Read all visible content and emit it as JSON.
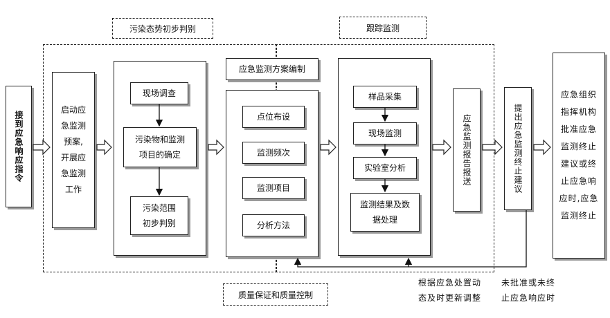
{
  "labels": {
    "initial_judgment": "污染态势初步判别",
    "tracking_monitoring": "跟踪监测",
    "plan_compilation": "应急监测方案编制",
    "quality_control": "质量保证和质量控制"
  },
  "boxes": {
    "receive_command": "接到应急响应指令",
    "start_plan": "启动应\n急监测\n预案,\n开展应\n急监测\n工作",
    "site_survey": "现场调查",
    "pollutant_items": "污染物和监测\n项目的确定",
    "pollution_range": "污染范围\n初步判别",
    "point_layout": "点位布设",
    "frequency": "监测频次",
    "monitor_items": "监测项目",
    "analysis_method": "分析方法",
    "sampling": "样品采集",
    "onsite_monitoring": "现场监测",
    "lab_analysis": "实验室分析",
    "result_processing": "监测结果及数\n据处理",
    "report_submit": "应急监测报告报送",
    "propose_end": "提出应急监测终止建议",
    "command_approval": "应急组织\n指挥机构\n批准应急\n监测终止\n建议或终\n止应急响\n应时,应急\n监测终止"
  },
  "notes": {
    "update_note": "根据应急处置动\n态及时更新调整",
    "not_approved_note": "未批准或未终\n止应急响应时"
  }
}
